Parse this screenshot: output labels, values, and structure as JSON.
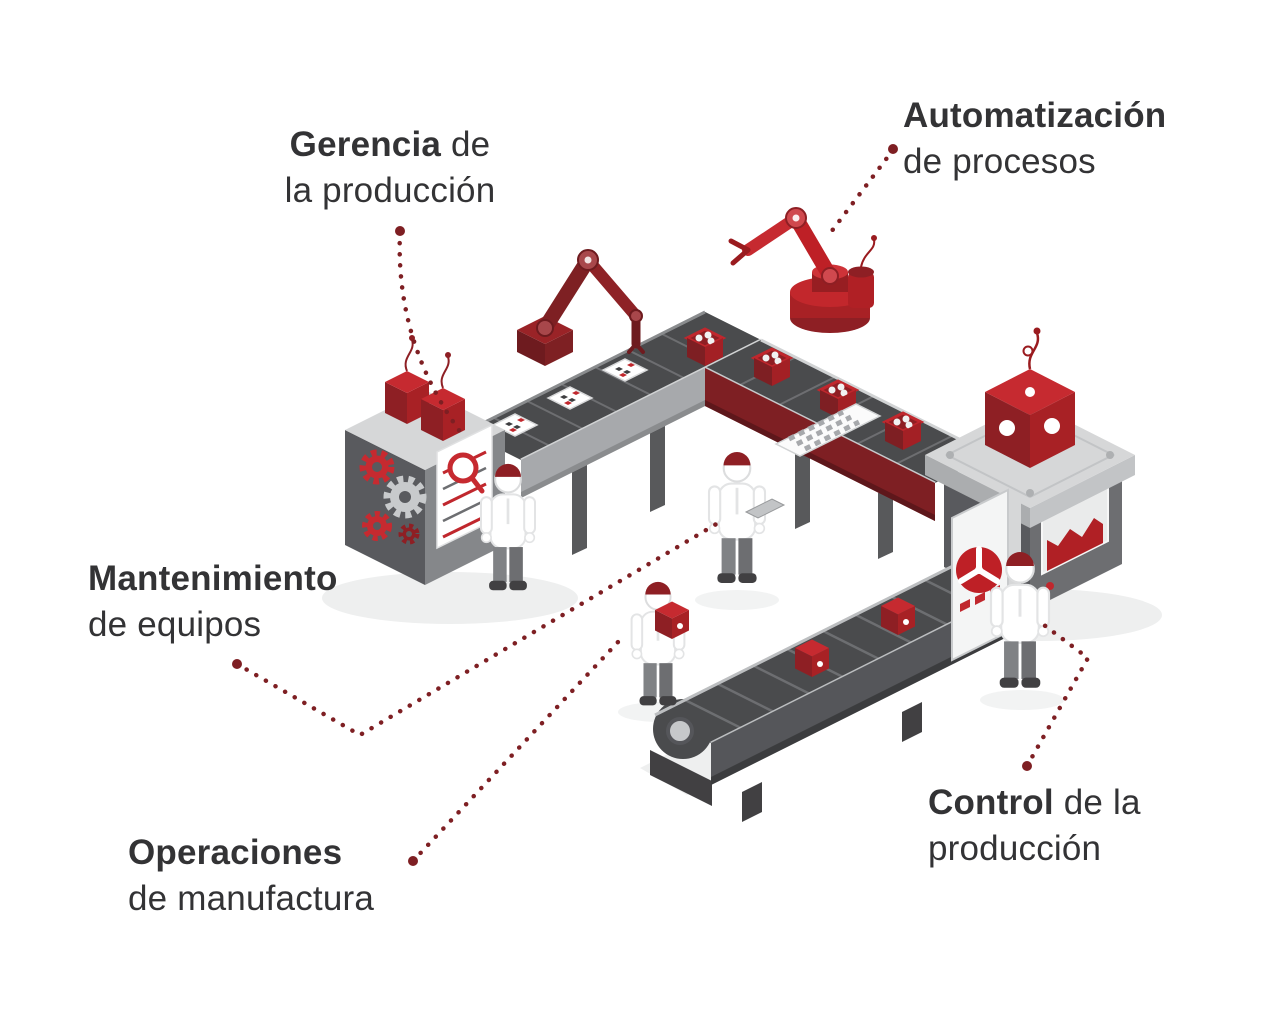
{
  "page": {
    "background": "#ffffff"
  },
  "colors": {
    "accent_red": "#be2026",
    "dark_red": "#7e1f23",
    "maroon": "#8e1f24",
    "text": "#333335",
    "gray_dark": "#58595b",
    "gray_mid": "#a7a9ac",
    "gray_light": "#d1d3d4"
  },
  "labels": {
    "production_management": {
      "line1_bold": "Gerencia",
      "line1_rest": " de",
      "line2": "la producción"
    },
    "process_automation": {
      "line1_bold": "Automatización",
      "line1_rest": "",
      "line2": "de procesos"
    },
    "equipment_maintenance": {
      "line1_bold": "Mantenimiento",
      "line1_rest": "",
      "line2": "de equipos"
    },
    "manufacturing_operations": {
      "line1_bold": "Operaciones",
      "line1_rest": "",
      "line2": "de manufactura"
    },
    "production_control": {
      "line1_bold": "Control",
      "line1_rest": " de la",
      "line2": "producción"
    }
  },
  "illustration": {
    "elements": [
      "conveyor-belt",
      "robotic-arm",
      "worker-figure",
      "control-panel",
      "gears",
      "production-machine",
      "crate",
      "qr-tile"
    ]
  }
}
